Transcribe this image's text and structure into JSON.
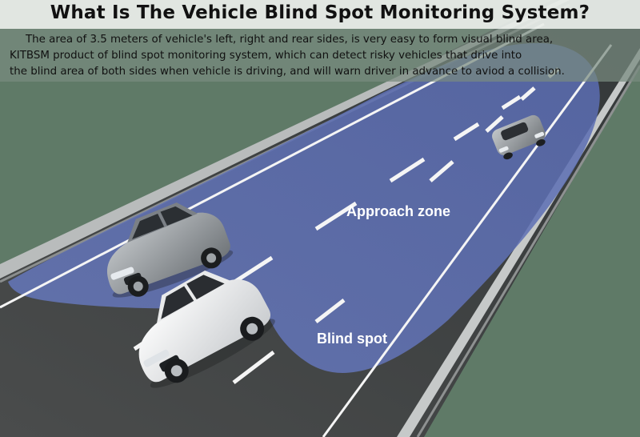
{
  "heading": "What Is The Vehicle Blind Spot Monitoring System?",
  "description": {
    "line1": "The area of 3.5 meters of vehicle's left, right and rear sides, is very easy to form visual blind area,",
    "line2": "KITBSM product of blind spot monitoring system, which can detect risky vehicles that drive into",
    "line3": "the blind area of both sides when vehicle is driving, and will warn driver in advance to aviod a collision."
  },
  "labels": {
    "approach_zone": "Approach zone",
    "blind_spot": "Blind spot"
  },
  "colors": {
    "grass": "#5f7a67",
    "road": "#3f4241",
    "zone": "#5a6fb0",
    "silver_car": "#9ea3a7",
    "white_car": "#f2f2f2",
    "lane_marks": "#ffffff"
  }
}
